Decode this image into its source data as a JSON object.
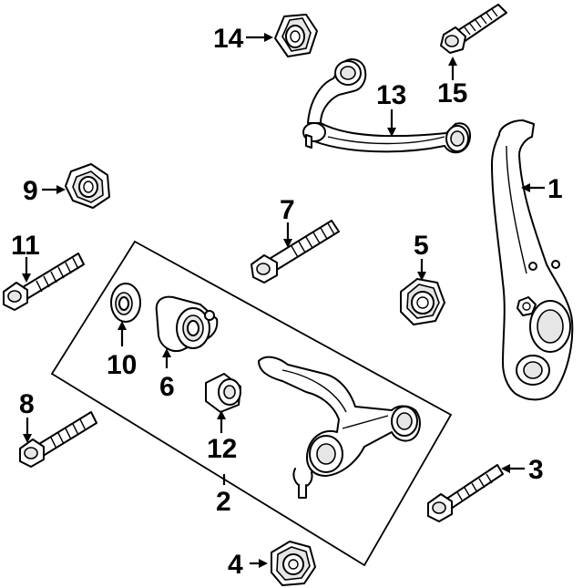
{
  "diagram": {
    "colors": {
      "ink": "#000000",
      "paper": "#ffffff",
      "shade": "#e6e6e6"
    },
    "callouts": {
      "c1": "1",
      "c2": "2",
      "c3": "3",
      "c4": "4",
      "c5": "5",
      "c6": "6",
      "c7": "7",
      "c8": "8",
      "c9": "9",
      "c10": "10",
      "c11": "11",
      "c12": "12",
      "c13": "13",
      "c14": "14",
      "c15": "15"
    }
  }
}
